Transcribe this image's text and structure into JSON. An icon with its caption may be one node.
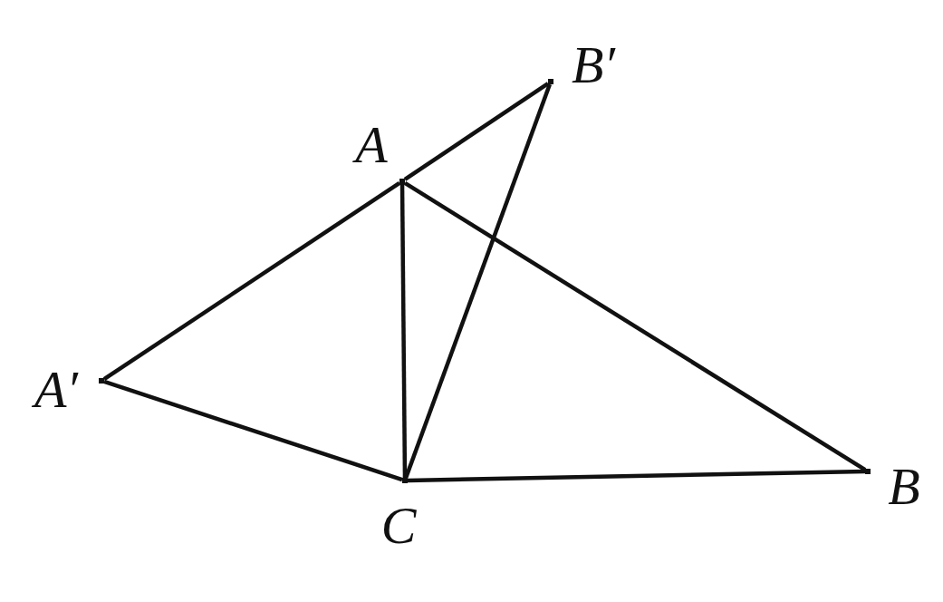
{
  "diagram": {
    "nodes": [
      {
        "text": [],
        "shape": "point",
        "beside": [
          "A′"
        ]
      },
      {
        "text": [],
        "shape": "point",
        "beside": [
          "A"
        ]
      },
      {
        "text": [],
        "shape": "point",
        "beside": [
          "B′"
        ]
      },
      {
        "text": [],
        "shape": "point",
        "beside": [
          "C"
        ]
      },
      {
        "text": [],
        "shape": "point",
        "beside": [
          "B"
        ]
      }
    ],
    "edges": [
      {
        "from": 0,
        "to": 1,
        "arrow": "none"
      },
      {
        "from": 1,
        "to": 2,
        "arrow": "none"
      },
      {
        "from": 1,
        "to": 3,
        "arrow": "none"
      },
      {
        "from": 1,
        "to": 4,
        "arrow": "none"
      },
      {
        "from": 2,
        "to": 3,
        "arrow": "none"
      },
      {
        "from": 0,
        "to": 3,
        "arrow": "none"
      },
      {
        "from": 3,
        "to": 4,
        "arrow": "none"
      }
    ]
  }
}
